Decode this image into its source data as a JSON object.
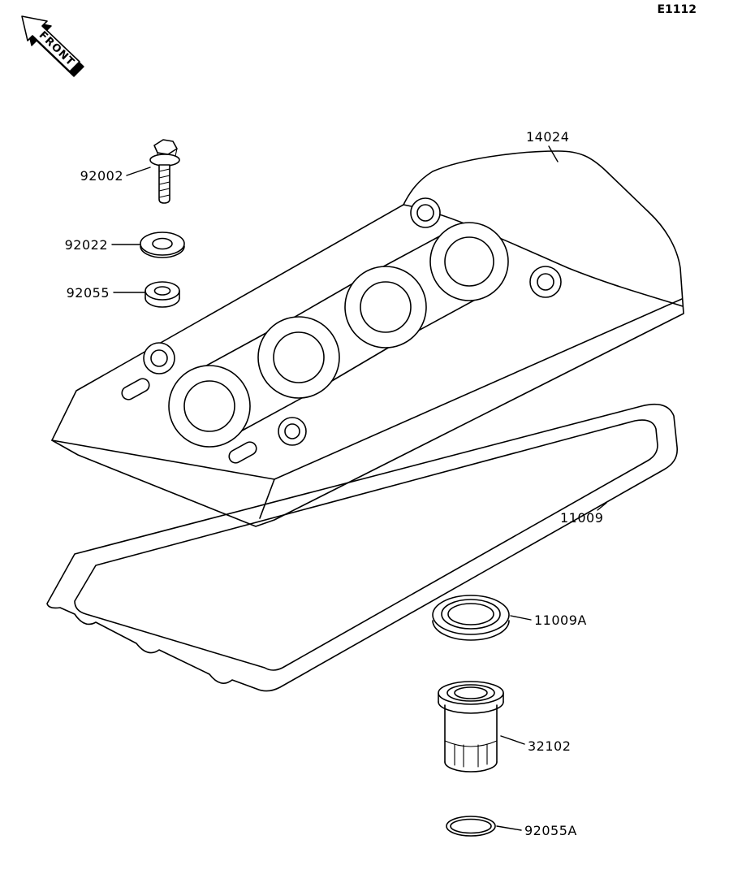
{
  "page": {
    "diagram_code": "E1112"
  },
  "front_marker": {
    "label": "FRONT"
  },
  "parts": {
    "bolt": {
      "number": "92002"
    },
    "washer": {
      "number": "92022"
    },
    "grommet": {
      "number": "92055"
    },
    "cover": {
      "number": "14024"
    },
    "gasket": {
      "number": "11009"
    },
    "seal": {
      "number": "11009A"
    },
    "pipe": {
      "number": "32102"
    },
    "oring": {
      "number": "92055A"
    }
  }
}
